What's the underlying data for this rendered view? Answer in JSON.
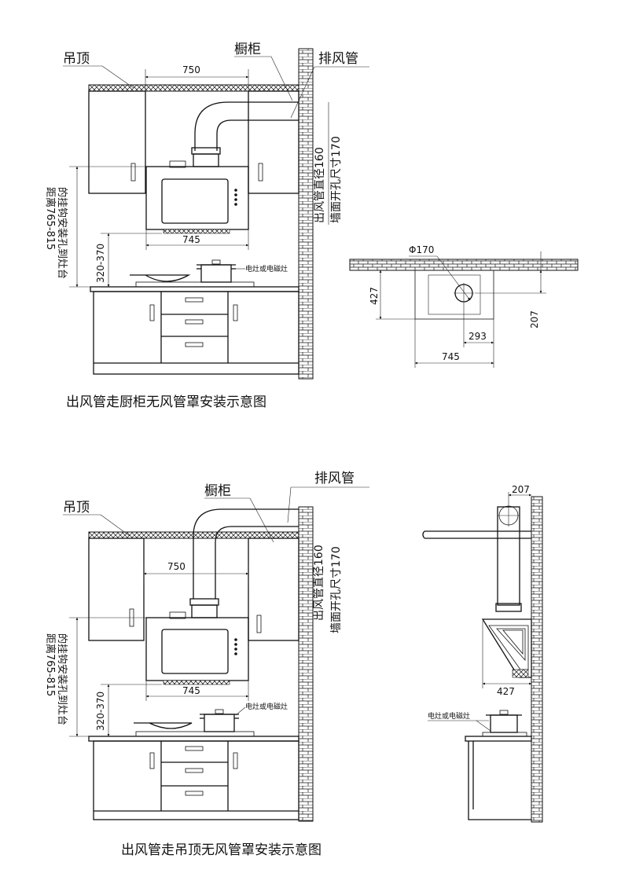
{
  "diagram1": {
    "label_ceiling": "吊顶",
    "label_cabinet": "橱柜",
    "label_exhaust": "排风管",
    "dim_750": "750",
    "dim_745": "745",
    "dim_320_370": "320-370",
    "vertical_hook": "的挂钩安装孔到灶台",
    "vertical_hook_range": "距离765-815",
    "duct_note_1": "出风管直径160",
    "duct_note_2": "墙面开孔尺寸170",
    "stove_label": "电灶或电磁灶",
    "caption": "出风管走厨柜无风管罩安装示意图"
  },
  "plan": {
    "dim_phi": "Φ170",
    "dim_427": "427",
    "dim_207": "207",
    "dim_293": "293",
    "dim_745": "745"
  },
  "diagram2": {
    "label_ceiling": "吊顶",
    "label_cabinet": "橱柜",
    "label_exhaust": "排风管",
    "dim_750": "750",
    "dim_745": "745",
    "dim_320_370": "320-370",
    "vertical_hook": "的挂钩安装孔到灶台",
    "vertical_hook_range": "距离765-815",
    "duct_note_1": "出风管直径160",
    "duct_note_2": "墙面开孔尺寸170",
    "stove_label": "电灶或电磁灶",
    "caption": "出风管走吊顶无风管罩安装示意图"
  },
  "side": {
    "dim_207": "207",
    "dim_427": "427",
    "stove_label": "电灶或电磁灶"
  }
}
